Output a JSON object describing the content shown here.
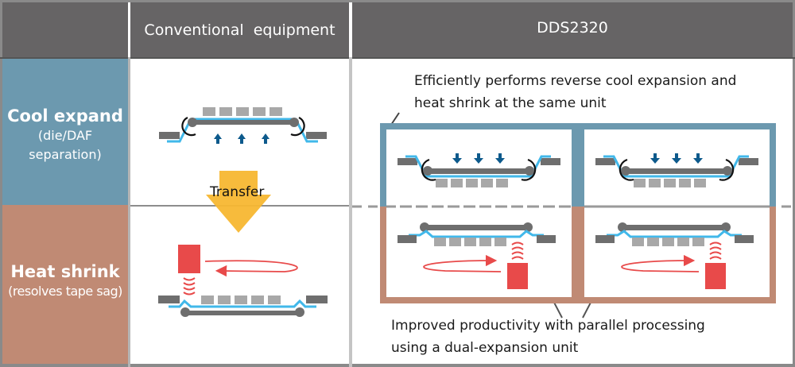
{
  "header": {
    "col_conventional": "Conventional  equipment",
    "col_dds": "DDS2320"
  },
  "rows": {
    "cool": {
      "title": "Cool expand",
      "sub1": "(die/DAF",
      "sub2": "separation)"
    },
    "heat": {
      "title": "Heat shrink",
      "sub1": "(resolves tape sag)"
    }
  },
  "conventional": {
    "transfer_label": "Transfer"
  },
  "dds": {
    "note_top_line1": "Efficiently performs reverse cool expansion and",
    "note_top_line2": "heat shrink at the same unit",
    "note_bottom_line1": "Improved productivity with parallel processing",
    "note_bottom_line2": "using a dual-expansion unit",
    "units": [
      "expansion-unit-1",
      "expansion-unit-2"
    ]
  },
  "colors": {
    "header_bg": "#666465",
    "cool_bg": "#6c99af",
    "heat_bg": "#c08a74",
    "tape_blue": "#41b8ea",
    "frame_gray": "#6e6e6e",
    "die_gray": "#a8a8a8",
    "arrow_blue": "#0d5a8c",
    "heater_red": "#e84a4a",
    "transfer_yellow": "#f7b731"
  }
}
